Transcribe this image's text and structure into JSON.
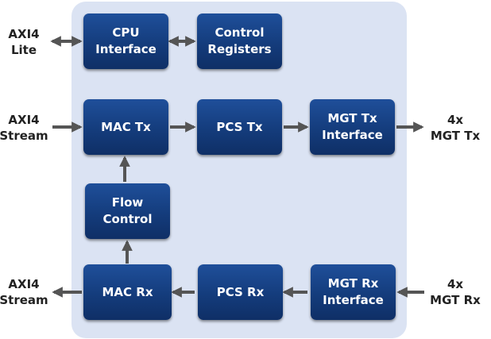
{
  "blocks": {
    "cpu": "CPU\nInterface",
    "ctrl": "Control\nRegisters",
    "mactx": "MAC Tx",
    "pcstx": "PCS Tx",
    "mgttx": "MGT Tx\nInterface",
    "flow": "Flow\nControl",
    "macrx": "MAC Rx",
    "pcsrx": "PCS Rx",
    "mgtrx": "MGT Rx\nInterface"
  },
  "external": {
    "axi_lite": "AXI4\nLite",
    "axi_stream_in": "AXI4\nStream",
    "axi_stream_out": "AXI4\nStream",
    "mgt_tx": "4x\nMGT Tx",
    "mgt_rx": "4x\nMGT Rx"
  },
  "colors": {
    "block_fill": "#143c7c",
    "core_background": "#dbe3f3",
    "arrow": "#555555"
  }
}
